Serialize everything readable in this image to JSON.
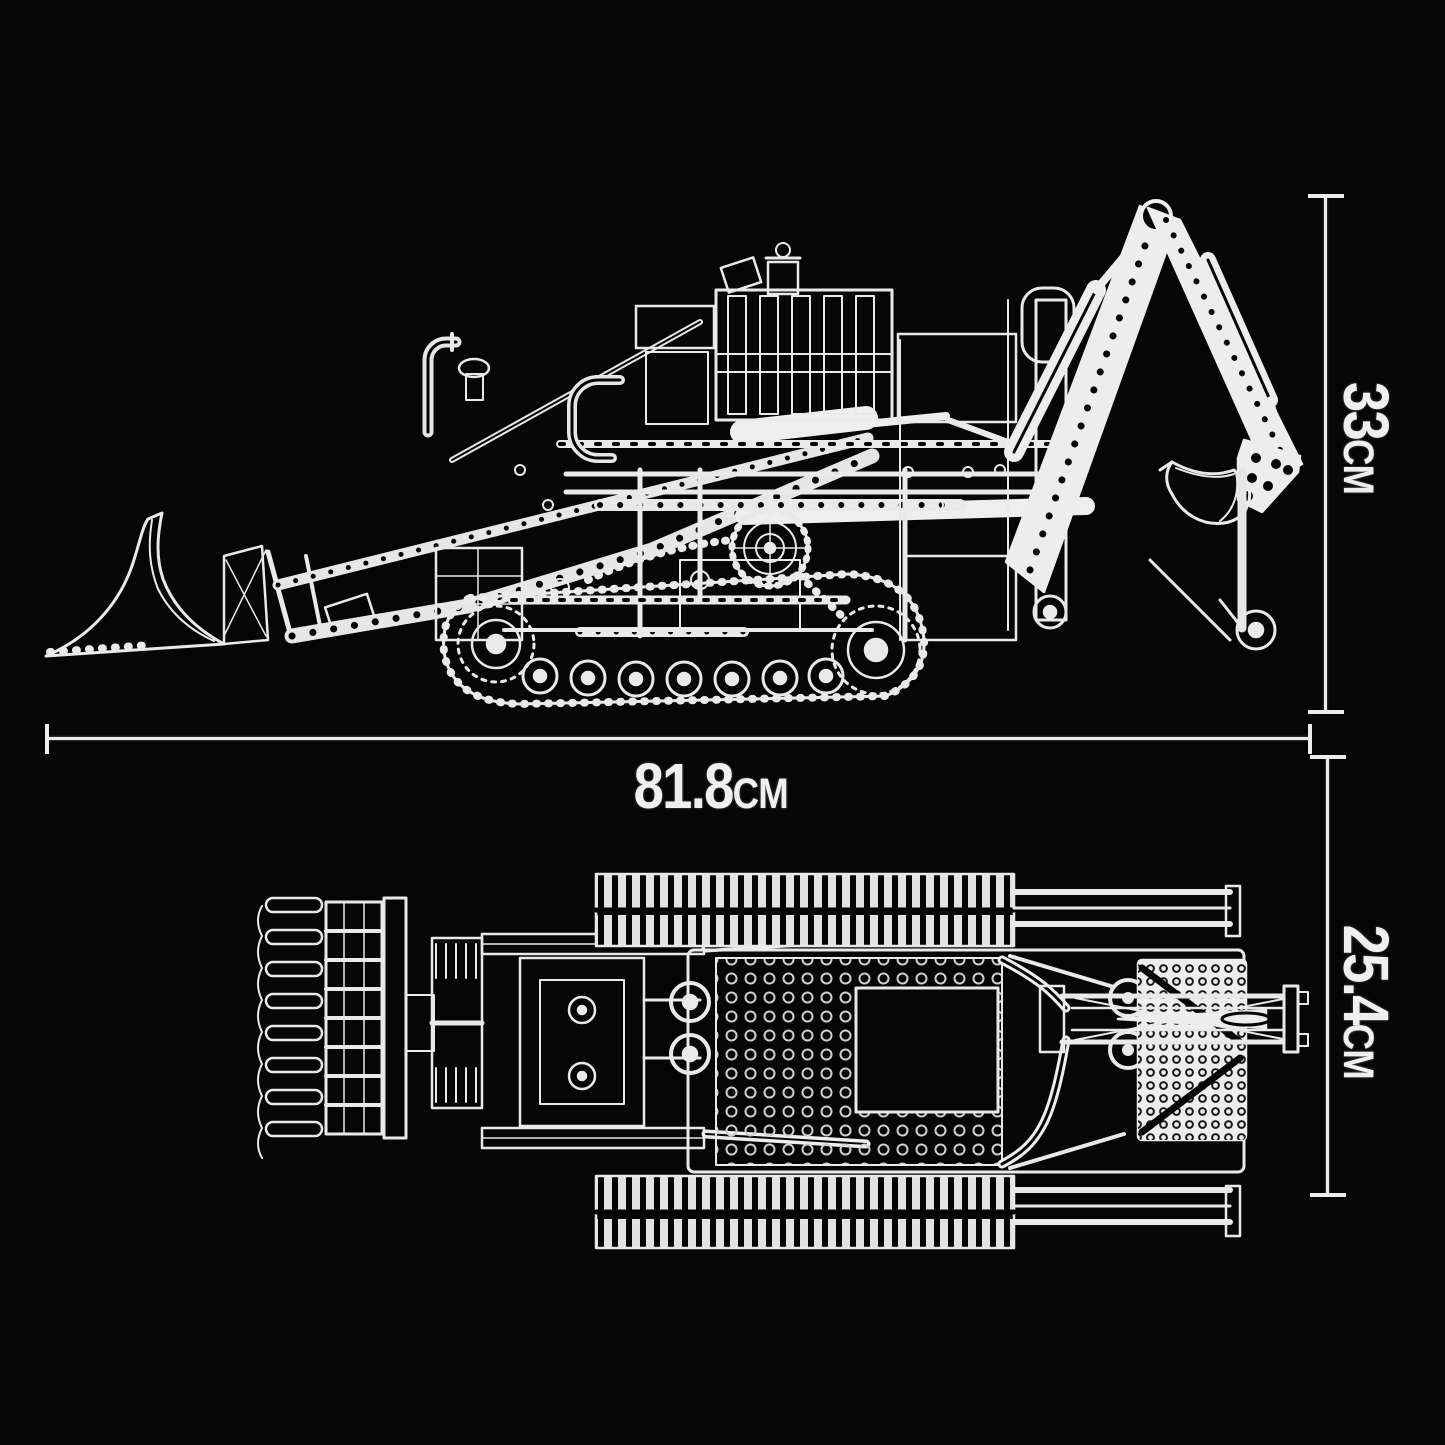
{
  "colors": {
    "background": "#060606",
    "ink": "#ebebeb"
  },
  "dimensions": {
    "height": {
      "value": "33",
      "unit": "CM"
    },
    "length": {
      "value": "81.8",
      "unit": "CM"
    },
    "width": {
      "value": "25.4",
      "unit": "CM"
    }
  }
}
